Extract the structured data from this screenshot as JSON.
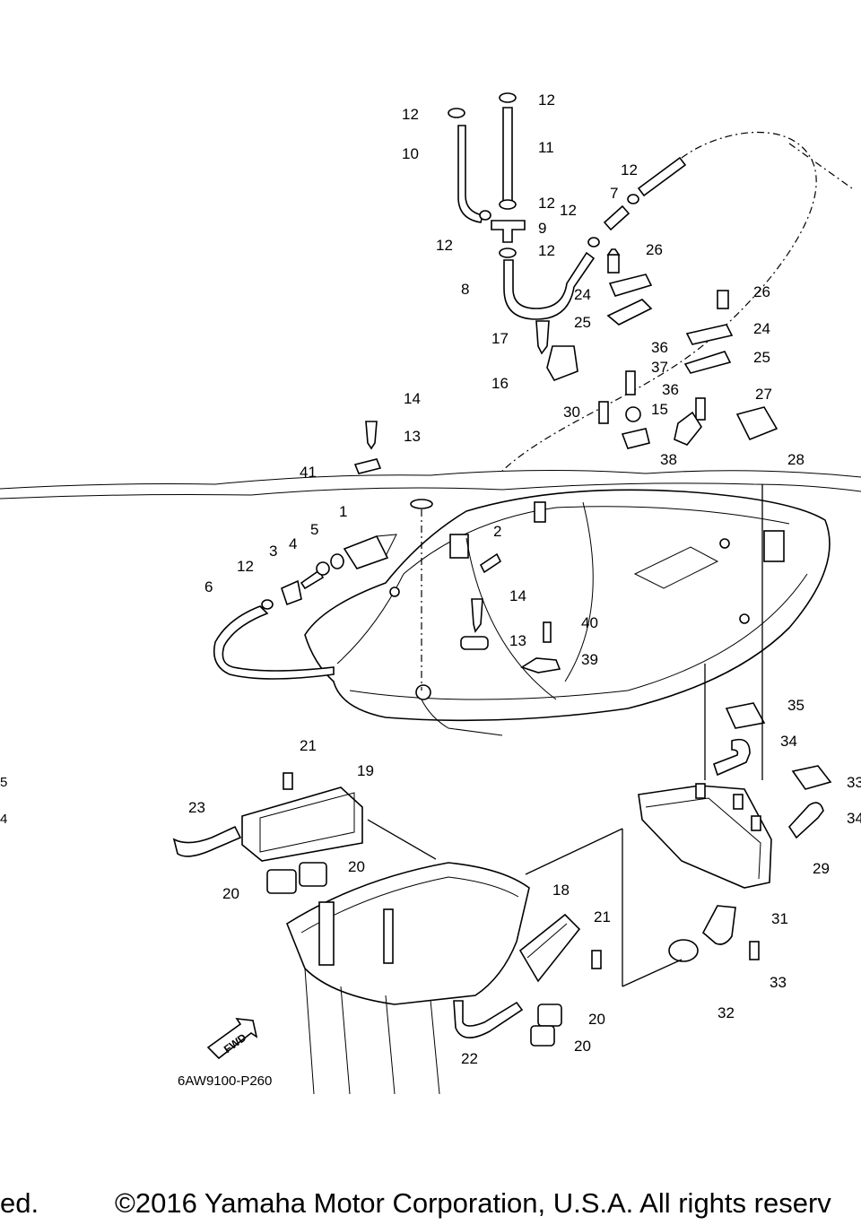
{
  "diagram": {
    "drawing_code": "6AW9100-P260",
    "fwd_arrow_label": "FWD",
    "callouts": [
      {
        "id": "c12a",
        "text": "12"
      },
      {
        "id": "c12b",
        "text": "12"
      },
      {
        "id": "c11",
        "text": "11"
      },
      {
        "id": "c10",
        "text": "10"
      },
      {
        "id": "c12c",
        "text": "12"
      },
      {
        "id": "c12d",
        "text": "12"
      },
      {
        "id": "c9",
        "text": "9"
      },
      {
        "id": "c12e",
        "text": "12"
      },
      {
        "id": "c12f",
        "text": "12"
      },
      {
        "id": "c7",
        "text": "7"
      },
      {
        "id": "c12g",
        "text": "12"
      },
      {
        "id": "c26a",
        "text": "26"
      },
      {
        "id": "c8",
        "text": "8"
      },
      {
        "id": "c24a",
        "text": "24"
      },
      {
        "id": "c26b",
        "text": "26"
      },
      {
        "id": "c25a",
        "text": "25"
      },
      {
        "id": "c24b",
        "text": "24"
      },
      {
        "id": "c17",
        "text": "17"
      },
      {
        "id": "c36a",
        "text": "36"
      },
      {
        "id": "c25b",
        "text": "25"
      },
      {
        "id": "c37",
        "text": "37"
      },
      {
        "id": "c16",
        "text": "16"
      },
      {
        "id": "c36b",
        "text": "36"
      },
      {
        "id": "c27",
        "text": "27"
      },
      {
        "id": "c14a",
        "text": "14"
      },
      {
        "id": "c30",
        "text": "30"
      },
      {
        "id": "c15",
        "text": "15"
      },
      {
        "id": "c13a",
        "text": "13"
      },
      {
        "id": "c38",
        "text": "38"
      },
      {
        "id": "c28",
        "text": "28"
      },
      {
        "id": "c41",
        "text": "41"
      },
      {
        "id": "c1",
        "text": "1"
      },
      {
        "id": "c5",
        "text": "5"
      },
      {
        "id": "c2",
        "text": "2"
      },
      {
        "id": "c3",
        "text": "3"
      },
      {
        "id": "c4",
        "text": "4"
      },
      {
        "id": "c12h",
        "text": "12"
      },
      {
        "id": "c6",
        "text": "6"
      },
      {
        "id": "c14b",
        "text": "14"
      },
      {
        "id": "c40",
        "text": "40"
      },
      {
        "id": "c13b",
        "text": "13"
      },
      {
        "id": "c39",
        "text": "39"
      },
      {
        "id": "c35",
        "text": "35"
      },
      {
        "id": "c21a",
        "text": "21"
      },
      {
        "id": "c34a",
        "text": "34"
      },
      {
        "id": "c19",
        "text": "19"
      },
      {
        "id": "c33a",
        "text": "33"
      },
      {
        "id": "c23",
        "text": "23"
      },
      {
        "id": "c34b",
        "text": "34"
      },
      {
        "id": "c20a",
        "text": "20"
      },
      {
        "id": "c20b",
        "text": "20"
      },
      {
        "id": "c29",
        "text": "29"
      },
      {
        "id": "c18",
        "text": "18"
      },
      {
        "id": "c21b",
        "text": "21"
      },
      {
        "id": "c31",
        "text": "31"
      },
      {
        "id": "c33b",
        "text": "33"
      },
      {
        "id": "c32",
        "text": "32"
      },
      {
        "id": "c20c",
        "text": "20"
      },
      {
        "id": "c20d",
        "text": "20"
      },
      {
        "id": "c22",
        "text": "22"
      }
    ],
    "cut_edge_labels": [
      "5",
      "4"
    ]
  },
  "footer": {
    "left_fragment": "ed.",
    "copyright": "©2016 Yamaha Motor Corporation, U.S.A. All rights reserv"
  }
}
